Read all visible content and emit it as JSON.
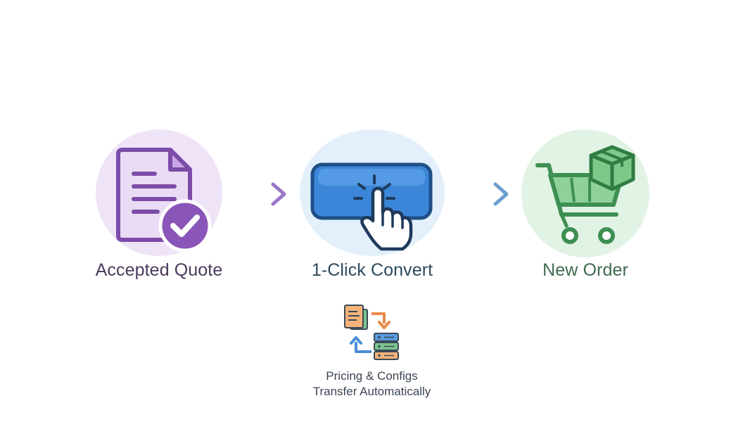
{
  "steps": [
    {
      "label": "Accepted Quote",
      "icon": "document-check-icon",
      "color": "#4b3a5c"
    },
    {
      "label": "1-Click Convert",
      "icon": "click-button-icon",
      "color": "#2e4a5e"
    },
    {
      "label": "New Order",
      "icon": "shopping-cart-box-icon",
      "color": "#3f6a4f"
    }
  ],
  "note": {
    "icon": "data-sync-icon",
    "line1": "Pricing & Configs",
    "line2": "Transfer Automatically"
  },
  "colors": {
    "purple": "#7c4ca8",
    "blue": "#3b86d8",
    "green": "#4fa462",
    "orange": "#f2a86b"
  }
}
